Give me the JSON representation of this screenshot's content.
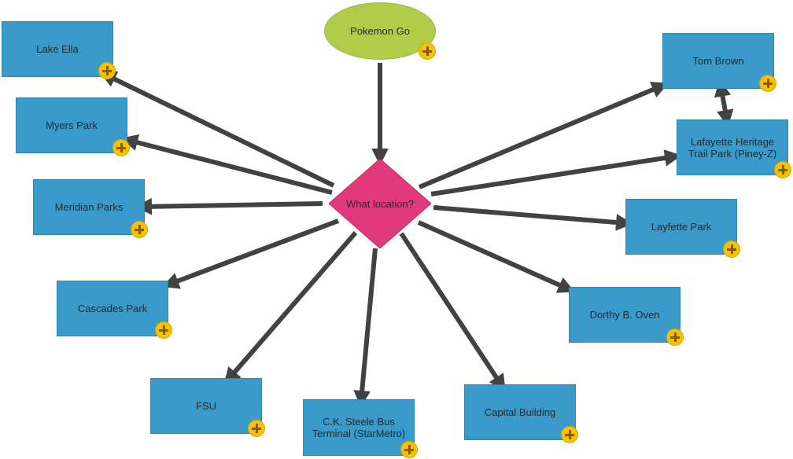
{
  "center": {
    "label": "What location?"
  },
  "source": {
    "label": "Pokemon Go"
  },
  "nodes": {
    "lake_ella": "Lake Ella",
    "myers_park": "Myers Park",
    "meridian_parks": "Meridian Parks",
    "cascades_park": "Cascades Park",
    "fsu": "FSU",
    "ck_steele": "C.K. Steele Bus Terminal (StarMetro)",
    "capital_building": "Capital Building",
    "dorthy_oven": "Dorthy B. Oven",
    "layfette_park": "Layfette Park",
    "lafayette_heritage": "Lafayette Heritage Trail Park (Piney-Z)",
    "tom_brown": "Tom Brown"
  },
  "colors": {
    "node_fill": "#3a9ac9",
    "center_fill": "#e03a7c",
    "source_fill": "#b2cc4a",
    "arrow": "#424242",
    "expand_button": "#f5c200"
  },
  "icons": {
    "expand": "plus-circle-icon"
  }
}
